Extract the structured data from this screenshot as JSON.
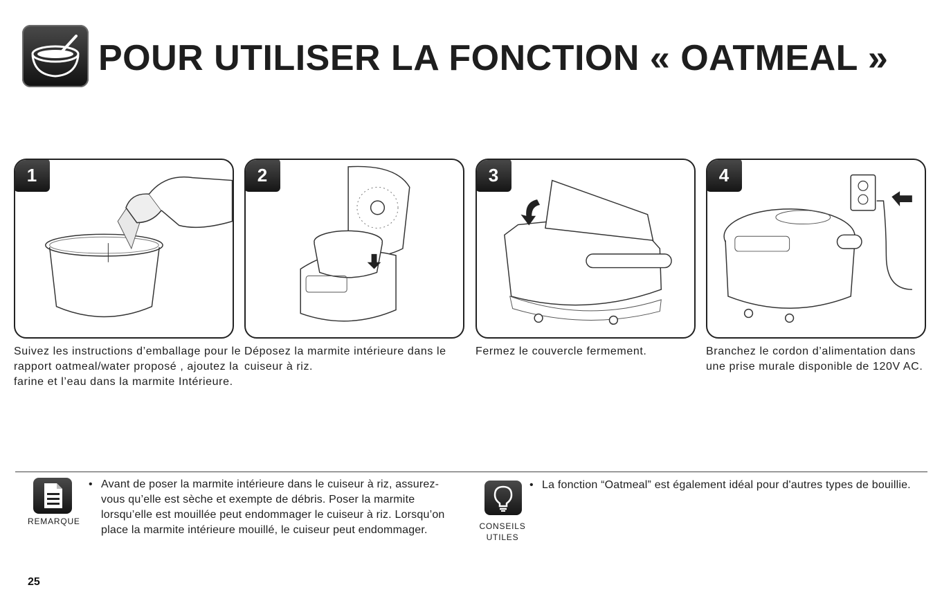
{
  "header": {
    "icon": "oatmeal-bowl-icon",
    "title": "POUR UTILISER LA FONCTION « OATMEAL »"
  },
  "steps": [
    {
      "number": "1",
      "illustration": "pour-oats-into-inner-pot",
      "text": "Suivez les instructions d’emballage pour le rapport  oatmeal/water proposé , ajoutez la farine et l’eau dans la marmite Intérieure."
    },
    {
      "number": "2",
      "illustration": "place-inner-pot-in-cooker",
      "text": "Déposez la marmite intérieure dans le cuiseur à riz."
    },
    {
      "number": "3",
      "illustration": "close-lid",
      "text": "Fermez le couvercle fermement."
    },
    {
      "number": "4",
      "illustration": "plug-into-outlet",
      "text": "Branchez le cordon d’alimentation dans une prise murale disponible de 120V AC."
    }
  ],
  "note": {
    "icon": "document-icon",
    "label": "REMARQUE",
    "bullet": "•",
    "text": "Avant de poser la marmite intérieure dans le cuiseur à riz, assurez-vous qu’elle est sèche et exempte de débris. Poser la marmite lorsqu’elle est mouillée peut endommager le cuiseur à riz. Lorsqu’on place la marmite intérieure mouillé, le cuiseur peut endommager."
  },
  "tip": {
    "icon": "lightbulb-icon",
    "label_line1": "CONSEILS",
    "label_line2": "UTILES",
    "bullet": "•",
    "text": "La fonction “Oatmeal” est également idéal pour d'autres types de bouillie."
  },
  "page_number": "25"
}
